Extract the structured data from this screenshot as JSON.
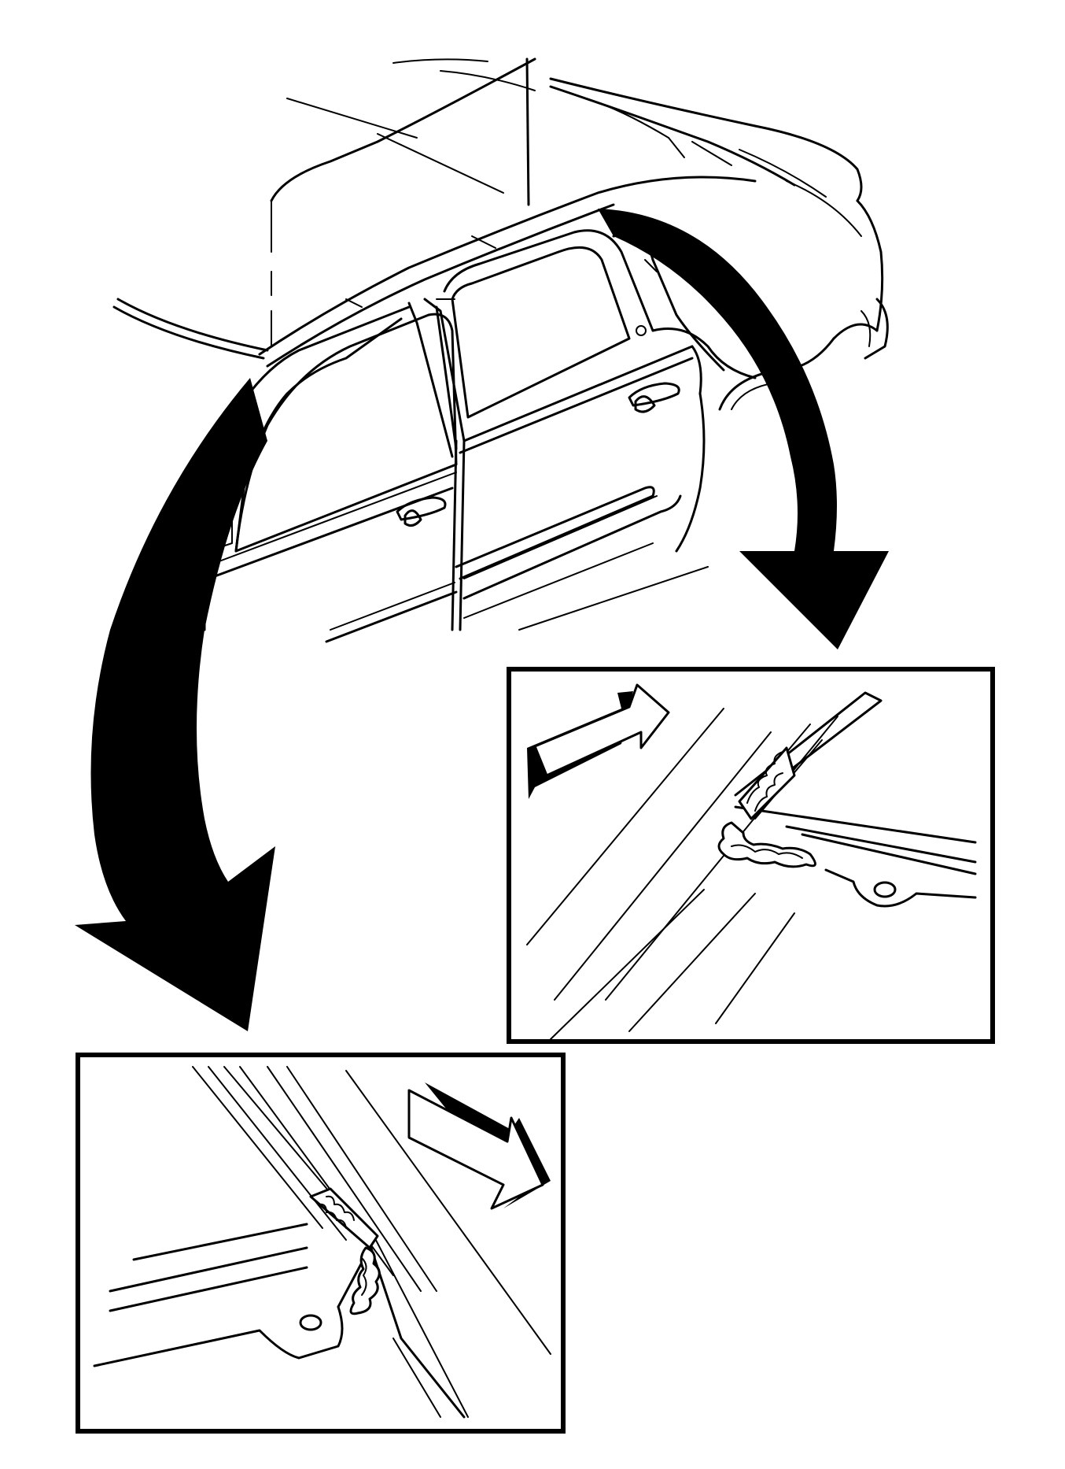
{
  "figure": {
    "type": "service-illustration",
    "subject": "vehicle-roof-side-rail-seam",
    "colors": {
      "ink": "#000000",
      "paper": "#ffffff"
    },
    "callouts": [
      {
        "id": "rear-detail",
        "arrow": "curved-callout-arrow",
        "direction_icon": "block-arrow-up-right"
      },
      {
        "id": "front-detail",
        "arrow": "curved-callout-arrow",
        "direction_icon": "block-arrow-down-right"
      }
    ]
  }
}
